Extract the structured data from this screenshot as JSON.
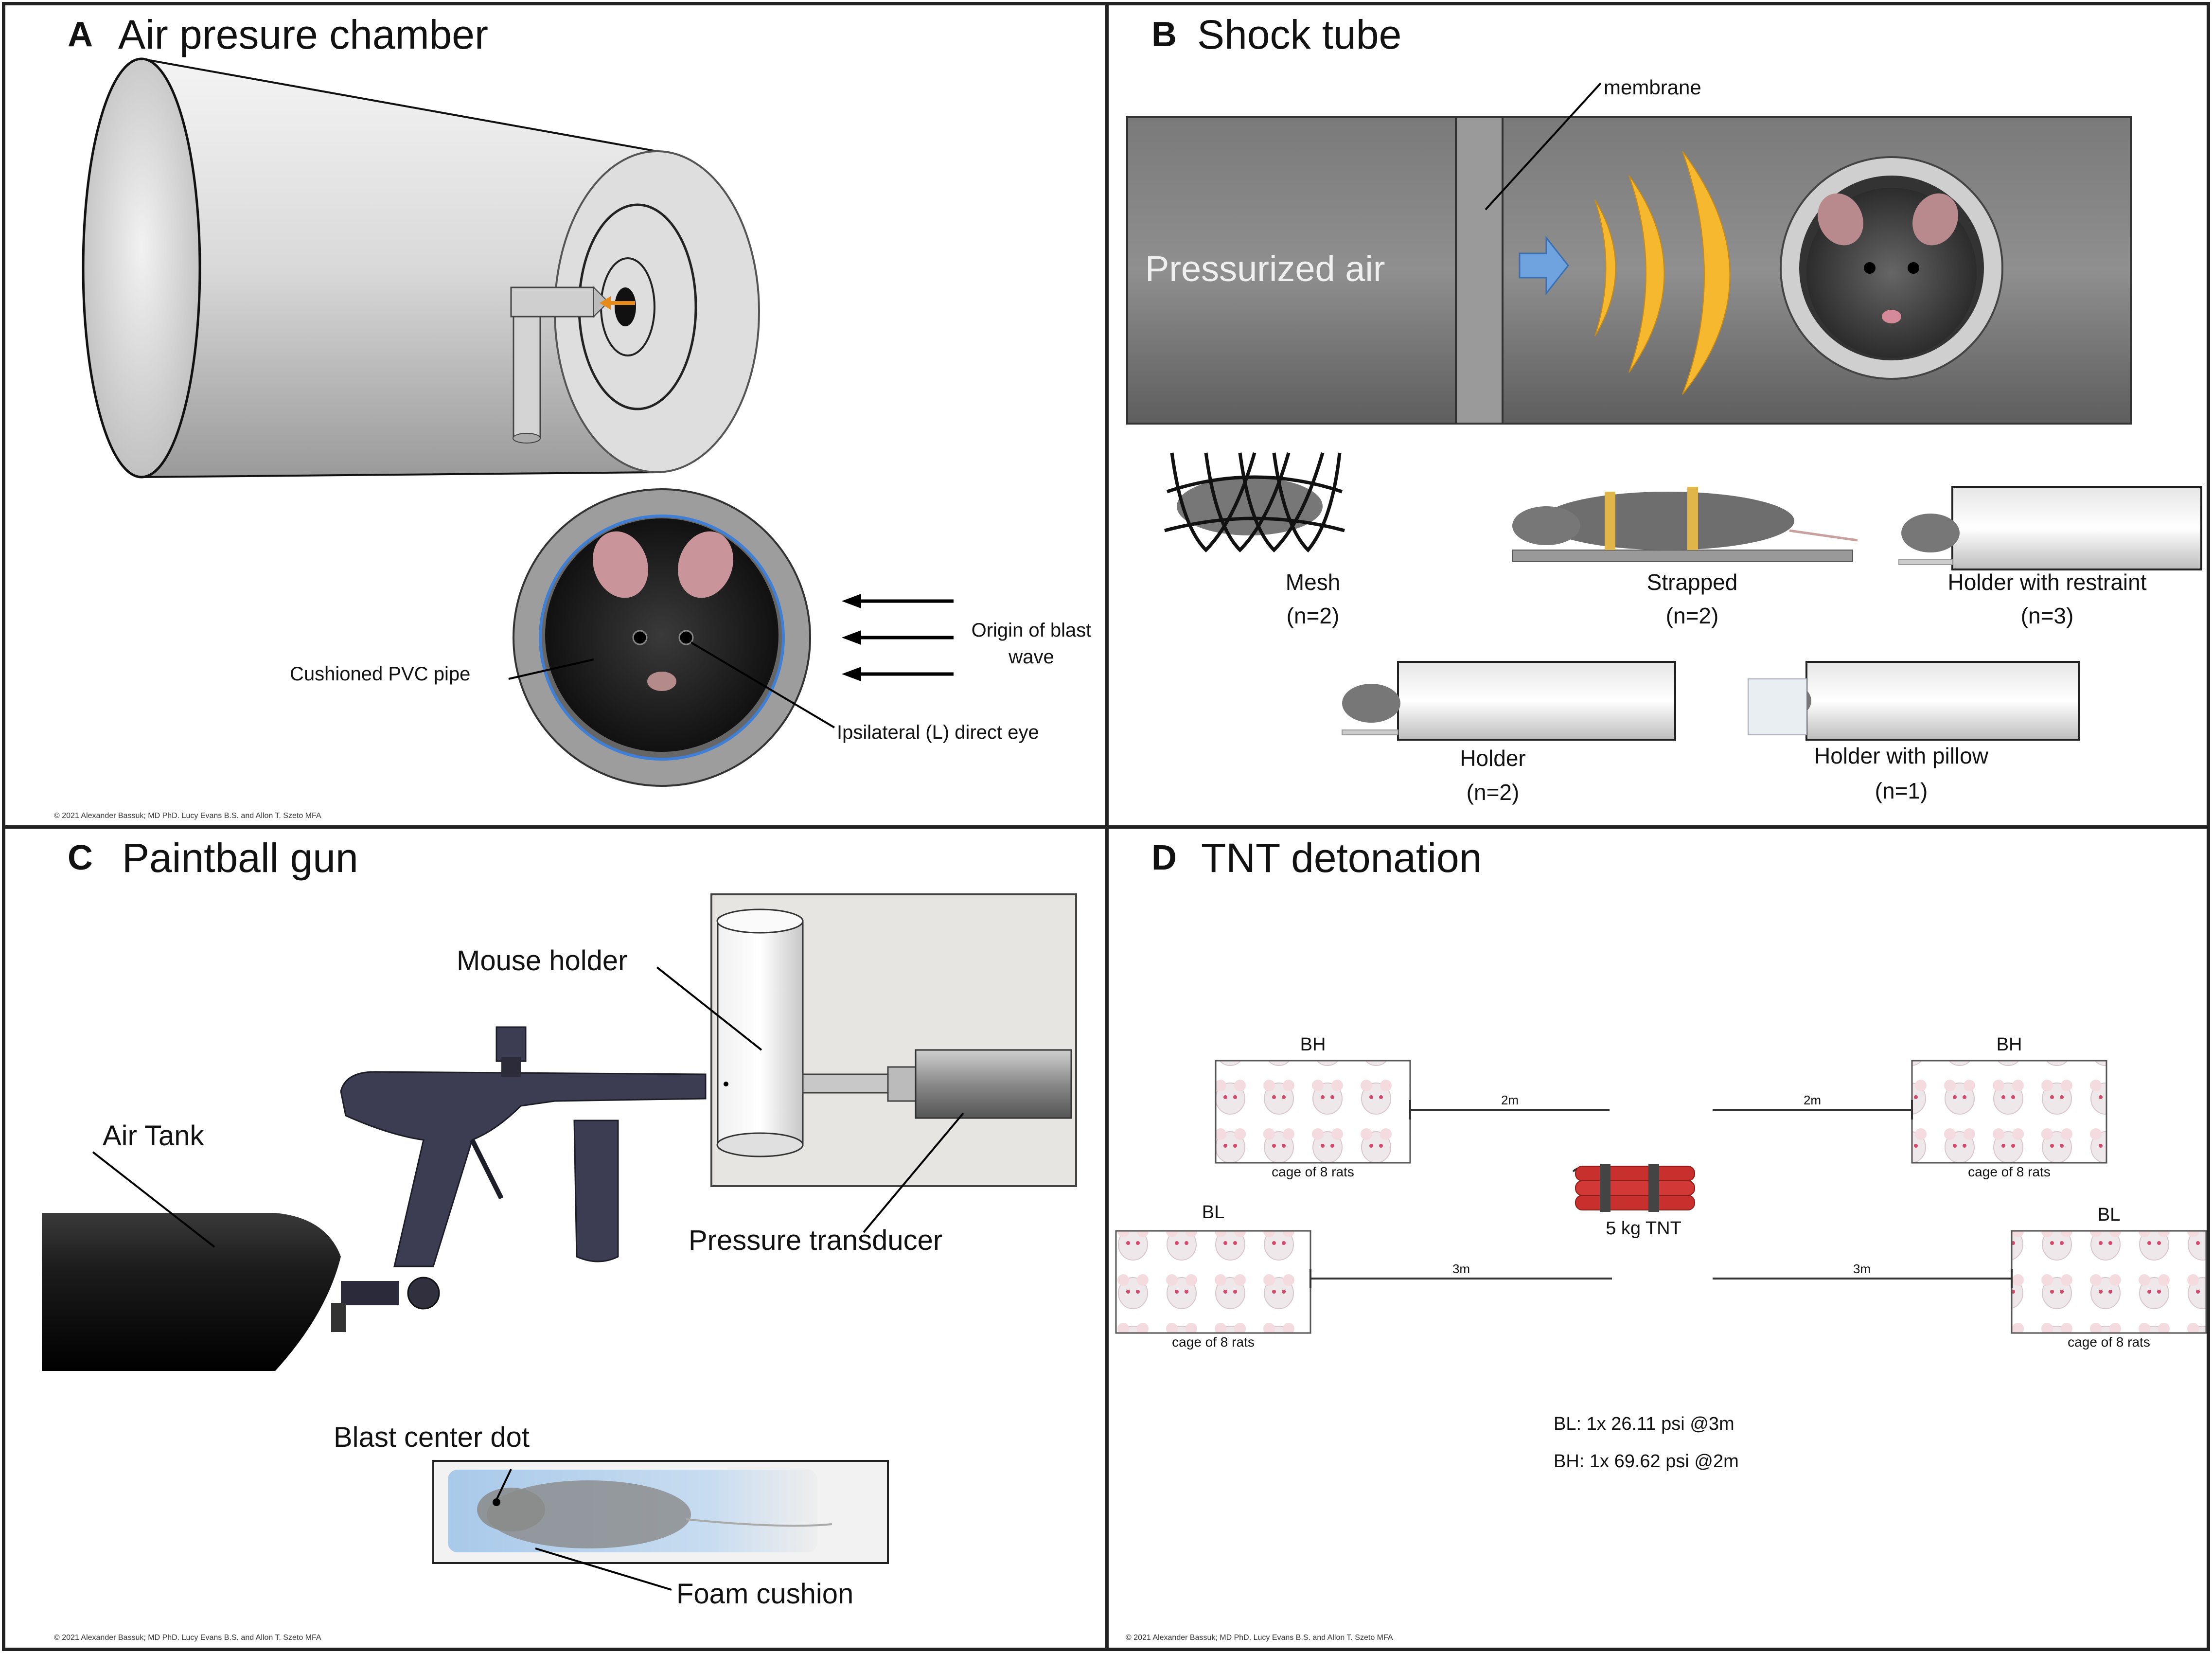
{
  "panels": {
    "a": {
      "letter": "A",
      "title": "Air presure chamber",
      "labels": {
        "cushioned_pipe": "Cushioned PVC pipe",
        "origin_line1": "Origin of blast",
        "origin_line2": "wave",
        "eye": "Ipsilateral (L) direct eye"
      },
      "copyright": "© 2021 Alexander Bassuk; MD PhD. Lucy Evans B.S. and Allon T. Szeto MFA"
    },
    "b": {
      "letter": "B",
      "title": "Shock tube",
      "labels": {
        "membrane": "membrane",
        "pressurized_air": "Pressurized air"
      },
      "setups": [
        {
          "name": "Mesh",
          "n": "(n=2)"
        },
        {
          "name": "Strapped",
          "n": "(n=2)"
        },
        {
          "name": "Holder with restraint",
          "n": "(n=3)"
        },
        {
          "name": "Holder",
          "n": "(n=2)"
        },
        {
          "name": "Holder with pillow",
          "n": "(n=1)"
        }
      ]
    },
    "c": {
      "letter": "C",
      "title": "Paintball gun",
      "labels": {
        "mouse_holder": "Mouse holder",
        "air_tank": "Air Tank",
        "pressure_transducer": "Pressure transducer",
        "blast_center_dot": "Blast center dot",
        "foam_cushion": "Foam cushion"
      },
      "copyright": "© 2021 Alexander Bassuk; MD PhD. Lucy Evans B.S. and Allon T. Szeto MFA"
    },
    "d": {
      "letter": "D",
      "title": "TNT detonation",
      "labels": {
        "bh": "BH",
        "bl": "BL",
        "cage": "cage of 8 rats",
        "dist_bh": "2m",
        "dist_bl": "3m",
        "tnt": "5 kg TNT",
        "bl_result": "BL: 1x 26.11 psi @3m",
        "bh_result": "BH: 1x 69.62 psi @2m"
      },
      "copyright": "© 2021 Alexander Bassuk; MD PhD. Lucy Evans B.S. and Allon T. Szeto MFA"
    }
  },
  "colors": {
    "wave": "#f5b82e",
    "arrow_blue": "#6fa3e0",
    "dynamite": "#c8302e",
    "foam": "#a9c9ea"
  }
}
